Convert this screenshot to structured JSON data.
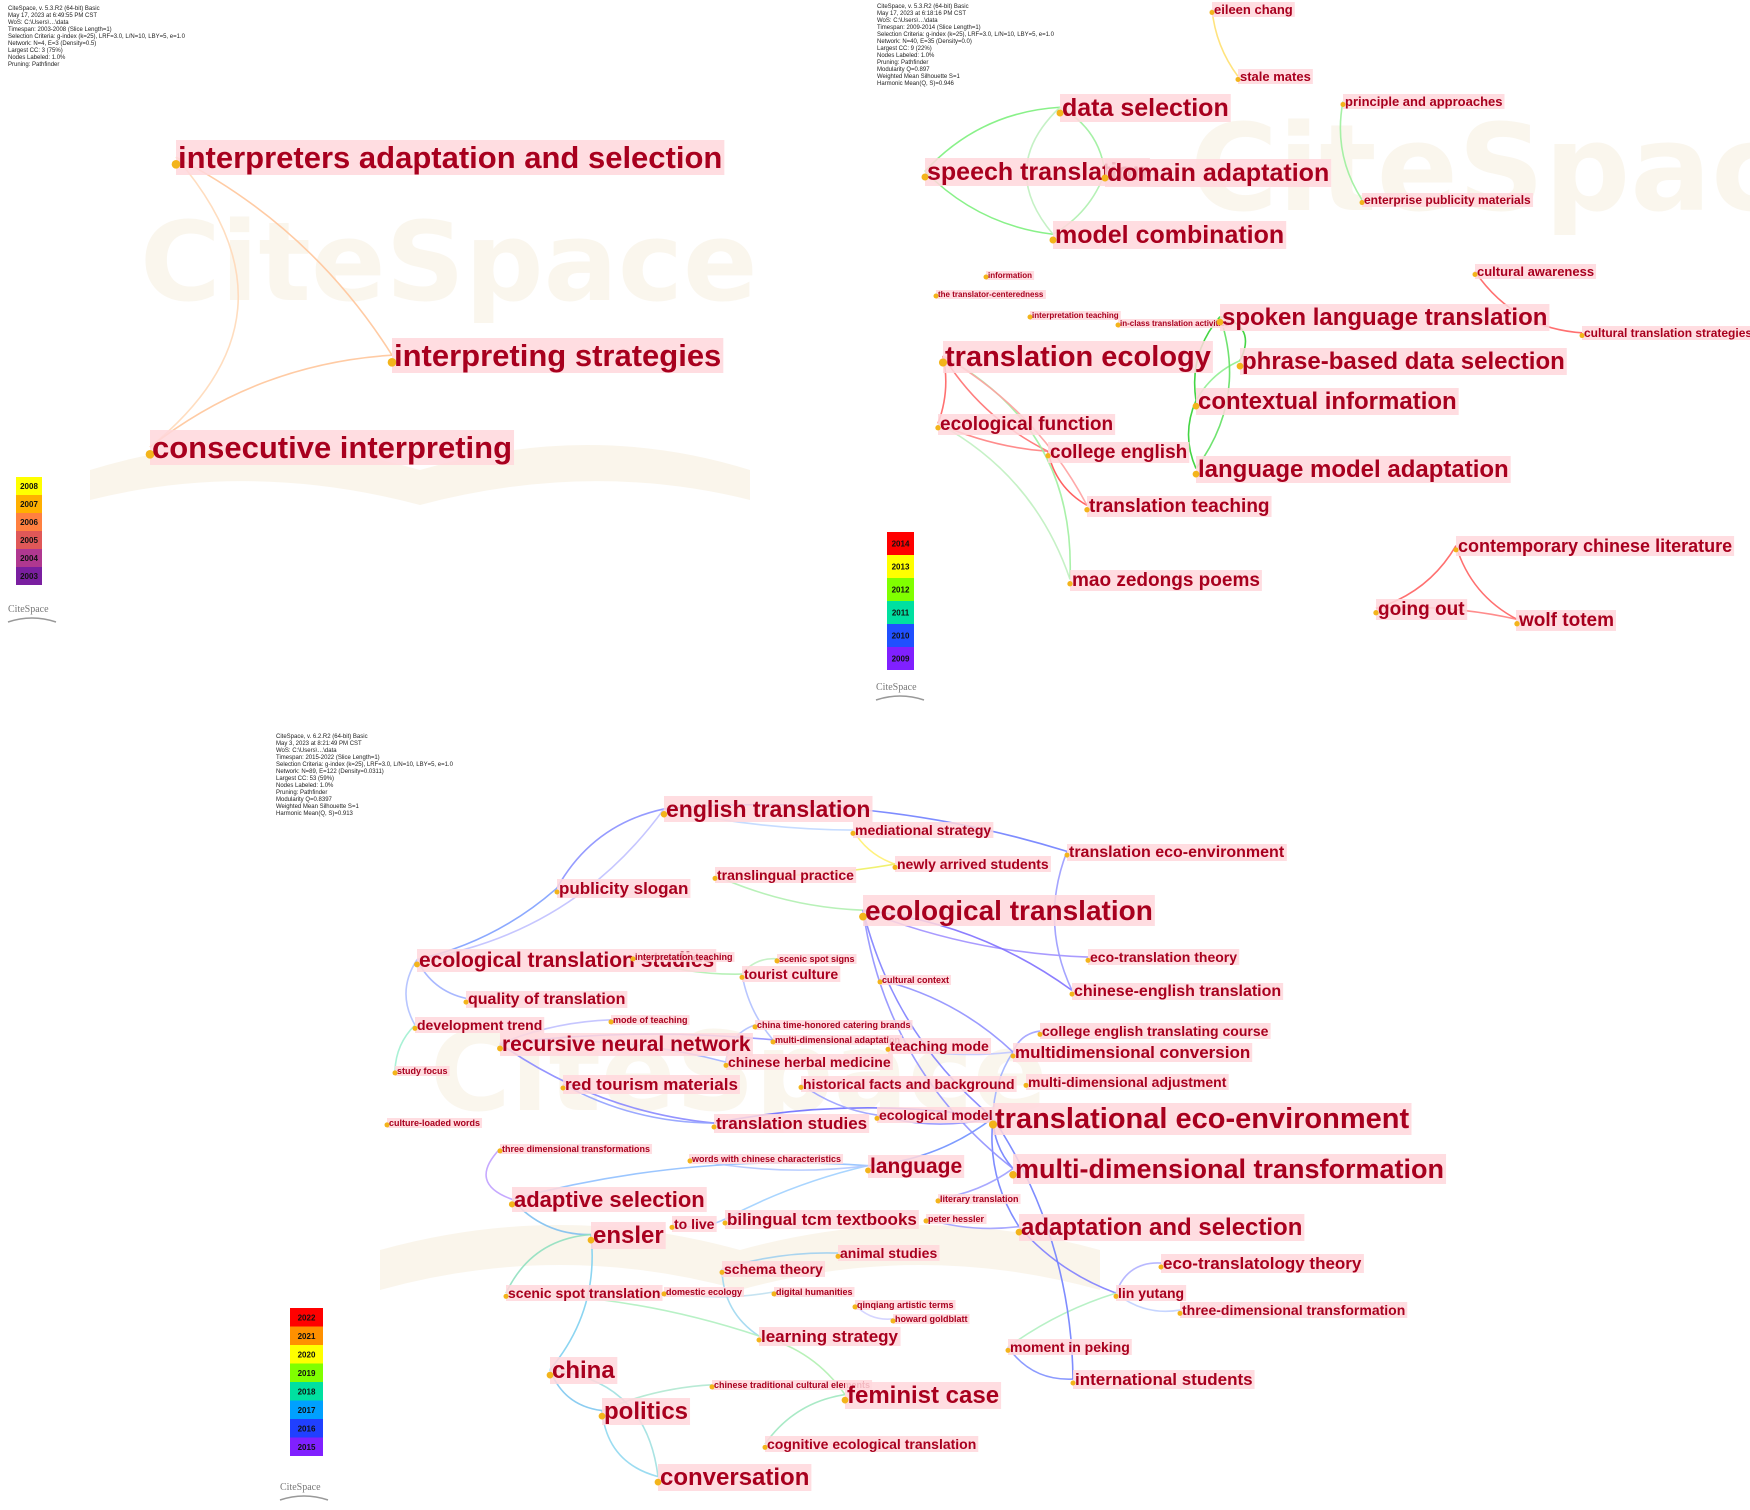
{
  "panels": [
    {
      "id": "a",
      "meta_lines": [
        "CiteSpace, v. 5.3.R2 (64-bit) Basic",
        "May 17, 2023 at 6:49:55 PM CST",
        "WoS: C:\\Users\\…\\data",
        "Timespan: 2003-2008 (Slice Length=1)",
        "Selection Criteria: g-index (k=25), LRF=3.0, L/N=10, LBY=5, e=1.0",
        "Network: N=4, E=3 (Density=0.5)",
        "Largest CC: 3 (75%)",
        "Nodes Labeled: 1.0%",
        "Pruning: Pathfinder"
      ],
      "watermark": "CiteSpace",
      "legend_years": [
        "2008",
        "2007",
        "2006",
        "2005",
        "2004",
        "2003"
      ],
      "legend_colors": [
        "#ffff00",
        "#ffb000",
        "#ff8040",
        "#e05858",
        "#b03890",
        "#7a1fa0"
      ],
      "logo_text": "CiteSpace",
      "nodes": [
        {
          "label": "interpreters adaptation and selection"
        },
        {
          "label": "interpreting strategies"
        },
        {
          "label": "consecutive interpreting"
        }
      ]
    },
    {
      "id": "b",
      "meta_lines": [
        "CiteSpace, v. 5.3.R2 (64-bit) Basic",
        "May 17, 2023 at 6:18:16 PM CST",
        "WoS: C:\\Users\\…\\data",
        "Timespan: 2009-2014 (Slice Length=1)",
        "Selection Criteria: g-index (k=25), LRF=3.0, L/N=10, LBY=5, e=1.0",
        "Network: N=40, E=35 (Density=0.0)",
        "Largest CC: 9 (22%)",
        "Nodes Labeled: 1.0%",
        "Pruning: Pathfinder",
        "Modularity Q=0.897",
        "Weighted Mean Silhouette S=1",
        "Harmonic Mean(Q, S)=0.946"
      ],
      "watermark": "CiteSpace",
      "legend_years": [
        "2014",
        "2013",
        "2012",
        "2011",
        "2010",
        "2009"
      ],
      "legend_colors": [
        "#ff0000",
        "#ffff00",
        "#80ff00",
        "#00e0a0",
        "#2050ff",
        "#8020ff"
      ],
      "logo_text": "CiteSpace",
      "nodes": [
        {
          "label": "eileen chang"
        },
        {
          "label": "stale mates"
        },
        {
          "label": "data selection"
        },
        {
          "label": "principle and approaches"
        },
        {
          "label": "speech translation"
        },
        {
          "label": "domain adaptation"
        },
        {
          "label": "enterprise publicity materials"
        },
        {
          "label": "model combination"
        },
        {
          "label": "cultural awareness"
        },
        {
          "label": "information"
        },
        {
          "label": "the translator-centeredness"
        },
        {
          "label": "interpretation teaching"
        },
        {
          "label": "in-class translation activities"
        },
        {
          "label": "spoken language translation"
        },
        {
          "label": "cultural translation strategies"
        },
        {
          "label": "translation ecology"
        },
        {
          "label": "phrase-based data selection"
        },
        {
          "label": "contextual information"
        },
        {
          "label": "ecological function"
        },
        {
          "label": "college english"
        },
        {
          "label": "language model adaptation"
        },
        {
          "label": "translation teaching"
        },
        {
          "label": "contemporary chinese literature"
        },
        {
          "label": "mao zedongs poems"
        },
        {
          "label": "going out"
        },
        {
          "label": "wolf totem"
        }
      ]
    },
    {
      "id": "c",
      "meta_lines": [
        "CiteSpace, v. 6.2.R2 (64-bit) Basic",
        "May 3, 2023 at 8:21:49 PM CST",
        "WoS: C:\\Users\\…\\data",
        "Timespan: 2015-2022 (Slice Length=1)",
        "Selection Criteria: g-index (k=25), LRF=3.0, L/N=10, LBY=5, e=1.0",
        "Network: N=89, E=122 (Density=0.0311)",
        "Largest CC: 53 (59%)",
        "Nodes Labeled: 1.0%",
        "Pruning: Pathfinder",
        "Modularity Q=0.8397",
        "Weighted Mean Silhouette S=1",
        "Harmonic Mean(Q, S)=0.913"
      ],
      "watermark": "CiteSpace",
      "legend_years": [
        "2022",
        "2021",
        "2020",
        "2019",
        "2018",
        "2017",
        "2016",
        "2015"
      ],
      "legend_colors": [
        "#ff0000",
        "#ff9000",
        "#ffff00",
        "#80ff00",
        "#00e0a0",
        "#00a0ff",
        "#2040ff",
        "#8020ff"
      ],
      "logo_text": "CiteSpace",
      "nodes": [
        {
          "label": "english translation"
        },
        {
          "label": "mediational strategy"
        },
        {
          "label": "translation eco-environment"
        },
        {
          "label": "newly arrived students"
        },
        {
          "label": "translingual practice"
        },
        {
          "label": "publicity slogan"
        },
        {
          "label": "ecological translation"
        },
        {
          "label": "ecological translation studies"
        },
        {
          "label": "interpretation teaching"
        },
        {
          "label": "scenic spot signs"
        },
        {
          "label": "eco-translation theory"
        },
        {
          "label": "tourist culture"
        },
        {
          "label": "cultural context"
        },
        {
          "label": "chinese-english translation"
        },
        {
          "label": "quality of translation"
        },
        {
          "label": "mode of teaching"
        },
        {
          "label": "development trend"
        },
        {
          "label": "china time-honored catering brands"
        },
        {
          "label": "college english translating course"
        },
        {
          "label": "multi-dimensional adaptation"
        },
        {
          "label": "recursive neural network"
        },
        {
          "label": "teaching mode"
        },
        {
          "label": "multidimensional conversion"
        },
        {
          "label": "chinese herbal medicine"
        },
        {
          "label": "study focus"
        },
        {
          "label": "red tourism materials"
        },
        {
          "label": "historical facts and background"
        },
        {
          "label": "multi-dimensional adjustment"
        },
        {
          "label": "culture-loaded words"
        },
        {
          "label": "translation studies"
        },
        {
          "label": "ecological model"
        },
        {
          "label": "translational eco-environment"
        },
        {
          "label": "three dimensional transformations"
        },
        {
          "label": "words with chinese characteristics"
        },
        {
          "label": "language"
        },
        {
          "label": "multi-dimensional transformation"
        },
        {
          "label": "literary translation"
        },
        {
          "label": "adaptive selection"
        },
        {
          "label": "to live"
        },
        {
          "label": "bilingual tcm textbooks"
        },
        {
          "label": "peter hessler"
        },
        {
          "label": "adaptation and selection"
        },
        {
          "label": "ensler"
        },
        {
          "label": "animal studies"
        },
        {
          "label": "eco-translatology theory"
        },
        {
          "label": "schema theory"
        },
        {
          "label": "scenic spot translation"
        },
        {
          "label": "domestic ecology"
        },
        {
          "label": "digital humanities"
        },
        {
          "label": "lin yutang"
        },
        {
          "label": "qinqiang artistic terms"
        },
        {
          "label": "three-dimensional transformation"
        },
        {
          "label": "howard goldblatt"
        },
        {
          "label": "learning strategy"
        },
        {
          "label": "moment in peking"
        },
        {
          "label": "china"
        },
        {
          "label": "chinese traditional cultural elements"
        },
        {
          "label": "international students"
        },
        {
          "label": "feminist case"
        },
        {
          "label": "politics"
        },
        {
          "label": "cognitive ecological translation"
        },
        {
          "label": "conversation"
        }
      ]
    }
  ]
}
